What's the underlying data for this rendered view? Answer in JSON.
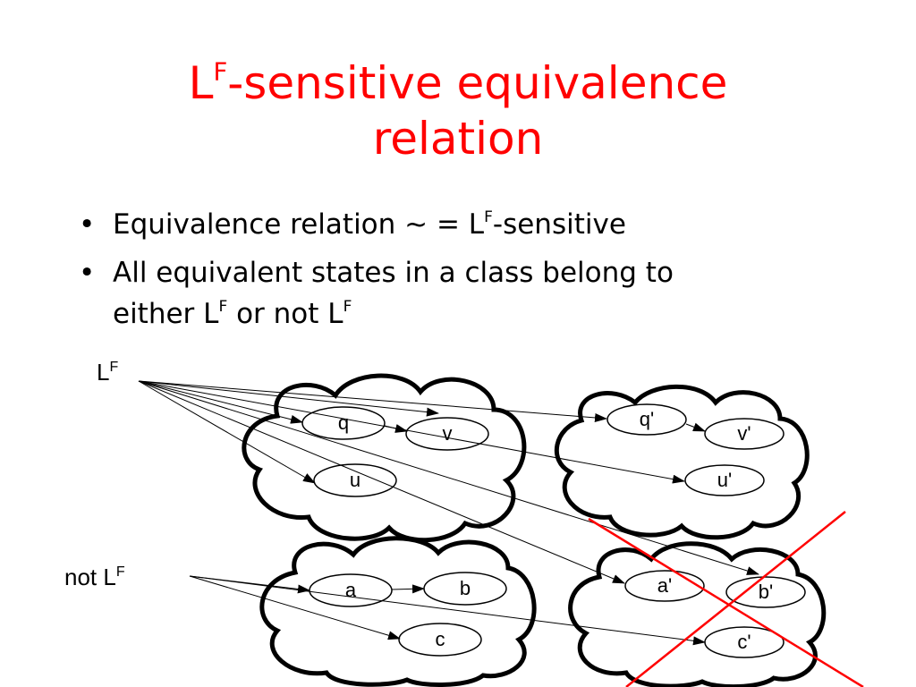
{
  "slide": {
    "title_main": "L",
    "title_sup": "F",
    "title_rest_1": "-sensitive equivalence",
    "title_rest_2": "relation",
    "bullets": [
      {
        "marker": "•",
        "pre": "Equivalence relation ~ = L",
        "sup": "F",
        "post": "-sensitive"
      },
      {
        "marker": "•",
        "pre": "All equivalent states in a class belong to",
        "line2": "either L",
        "sup1": "F",
        "mid": " or not L",
        "sup2": "F"
      }
    ]
  },
  "diagram": {
    "label_lf": {
      "base": "L",
      "sup": "F"
    },
    "label_not_lf": {
      "base": "not L",
      "sup": "F"
    },
    "states": {
      "q": "q",
      "v": "v",
      "u": "u",
      "q2": "q'",
      "v2": "v'",
      "u2": "u'",
      "a": "a",
      "b": "b",
      "c": "c",
      "a2": "a'",
      "b2": "b'",
      "c2": "c'"
    },
    "cross_color": "#ff0000"
  }
}
